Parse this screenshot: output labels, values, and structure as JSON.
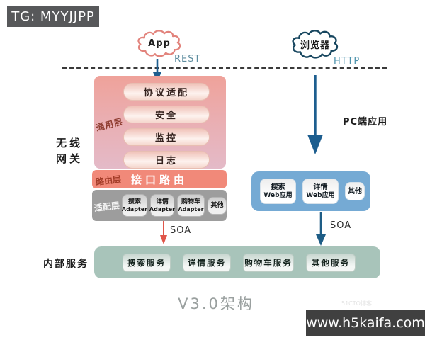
{
  "badge": "TG: MYYJJPP",
  "top": {
    "app_cloud": "App",
    "rest_label": "REST",
    "browser_cloud": "浏览器",
    "http_label": "HTTP",
    "pc_arrow_label": "PC端应用"
  },
  "gateway": {
    "side_label": {
      "line1": "无线",
      "line2": "网关"
    },
    "common_layer": {
      "label": "通用层",
      "items": [
        "协议适配",
        "安全",
        "监控",
        "日志"
      ]
    },
    "routing_layer": {
      "label": "路由层",
      "item": "接口路由"
    },
    "adapter_layer": {
      "label": "适配层",
      "items": [
        {
          "line1": "搜索",
          "line2": "Adapter"
        },
        {
          "line1": "详情",
          "line2": "Adapter"
        },
        {
          "line1": "购物车",
          "line2": "Adapter"
        },
        {
          "line1": "其他",
          "line2": ""
        }
      ]
    }
  },
  "soa": {
    "left_label": "SOA",
    "right_label": "SOA"
  },
  "web_layer": {
    "items": [
      {
        "line1": "搜索",
        "line2": "Web应用"
      },
      {
        "line1": "详情",
        "line2": "Web应用"
      },
      {
        "line1": "其他",
        "line2": ""
      }
    ]
  },
  "services": {
    "side_label": "内部服务",
    "items": [
      "搜索服务",
      "详情服务",
      "购物车服务",
      "其他服务"
    ]
  },
  "title": "V3.0架构",
  "watermark": "51CTO博客",
  "footer": "www.h5kaifa.com",
  "colors": {
    "badge_bg": "#57585a",
    "pink_layer": "#efa29a",
    "coral_bar": "#f18979",
    "gray_layer": "#9d9d9d",
    "blue_layer": "#75aad4",
    "teal_layer": "#a8c4ba",
    "arrow_blue": "#1d5e8f",
    "arrow_red": "#e0564a",
    "app_cloud_stroke": "#e2837c",
    "browser_cloud_stroke": "#17465f"
  }
}
